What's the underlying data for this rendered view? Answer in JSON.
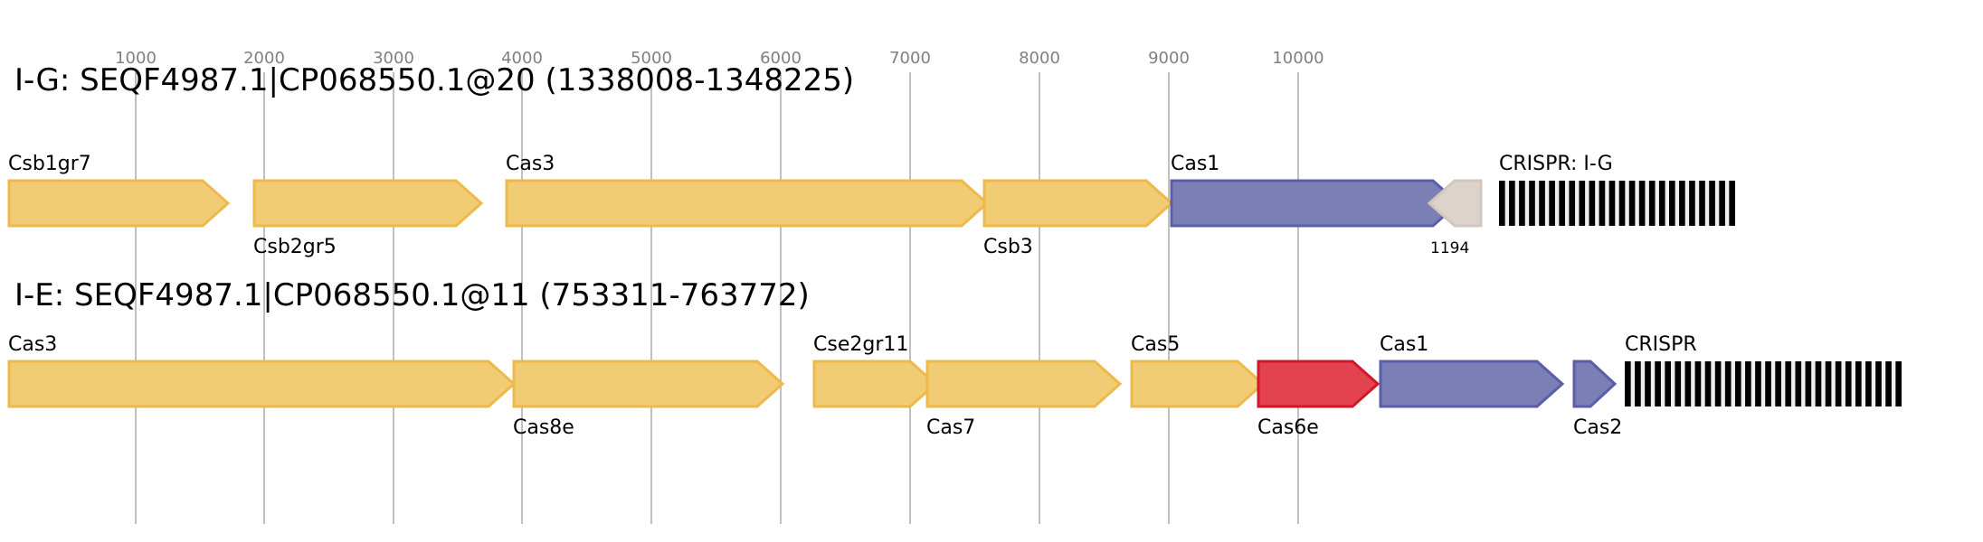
{
  "axis": {
    "ticks": [
      "1000",
      "2000",
      "3000",
      "4000",
      "5000",
      "6000",
      "7000",
      "8000",
      "9000",
      "10000"
    ]
  },
  "colors": {
    "yellow_fill": "#f2cc74",
    "yellow_stroke": "#edb94a",
    "blue_fill": "#7b7fb5",
    "blue_stroke": "#5a5ea8",
    "red_fill": "#e3424f",
    "red_stroke": "#d0182a",
    "gray_fill": "#dbd3cc",
    "gray_stroke": "#d3c6bb"
  },
  "loci": [
    {
      "title": "I-G: SEQF4987.1|CP068550.1@20 (1338008-1348225)",
      "genes": [
        {
          "label": "Csb1gr7",
          "color": "yellow",
          "strand": "+",
          "label_pos": "above"
        },
        {
          "label": "Csb2gr5",
          "color": "yellow",
          "strand": "+",
          "label_pos": "below"
        },
        {
          "label": "Cas3",
          "color": "yellow",
          "strand": "+",
          "label_pos": "above"
        },
        {
          "label": "Csb3",
          "color": "yellow",
          "strand": "+",
          "label_pos": "below"
        },
        {
          "label": "Cas1",
          "color": "blue",
          "strand": "+",
          "label_pos": "above"
        },
        {
          "label": "1194",
          "color": "gray",
          "strand": "-",
          "label_pos": "below-small"
        }
      ],
      "crispr": {
        "label": "CRISPR: I-G",
        "repeats": 24
      }
    },
    {
      "title": "I-E: SEQF4987.1|CP068550.1@11 (753311-763772)",
      "genes": [
        {
          "label": "Cas3",
          "color": "yellow",
          "strand": "+",
          "label_pos": "above"
        },
        {
          "label": "Cas8e",
          "color": "yellow",
          "strand": "+",
          "label_pos": "below"
        },
        {
          "label": "Cse2gr11",
          "color": "yellow",
          "strand": "+",
          "label_pos": "above"
        },
        {
          "label": "Cas7",
          "color": "yellow",
          "strand": "+",
          "label_pos": "below"
        },
        {
          "label": "Cas5",
          "color": "yellow",
          "strand": "+",
          "label_pos": "above"
        },
        {
          "label": "Cas6e",
          "color": "red",
          "strand": "+",
          "label_pos": "below"
        },
        {
          "label": "Cas1",
          "color": "blue",
          "strand": "+",
          "label_pos": "above"
        },
        {
          "label": "Cas2",
          "color": "blue",
          "strand": "+",
          "label_pos": "below"
        }
      ],
      "crispr": {
        "label": "CRISPR",
        "repeats": 28
      }
    }
  ]
}
